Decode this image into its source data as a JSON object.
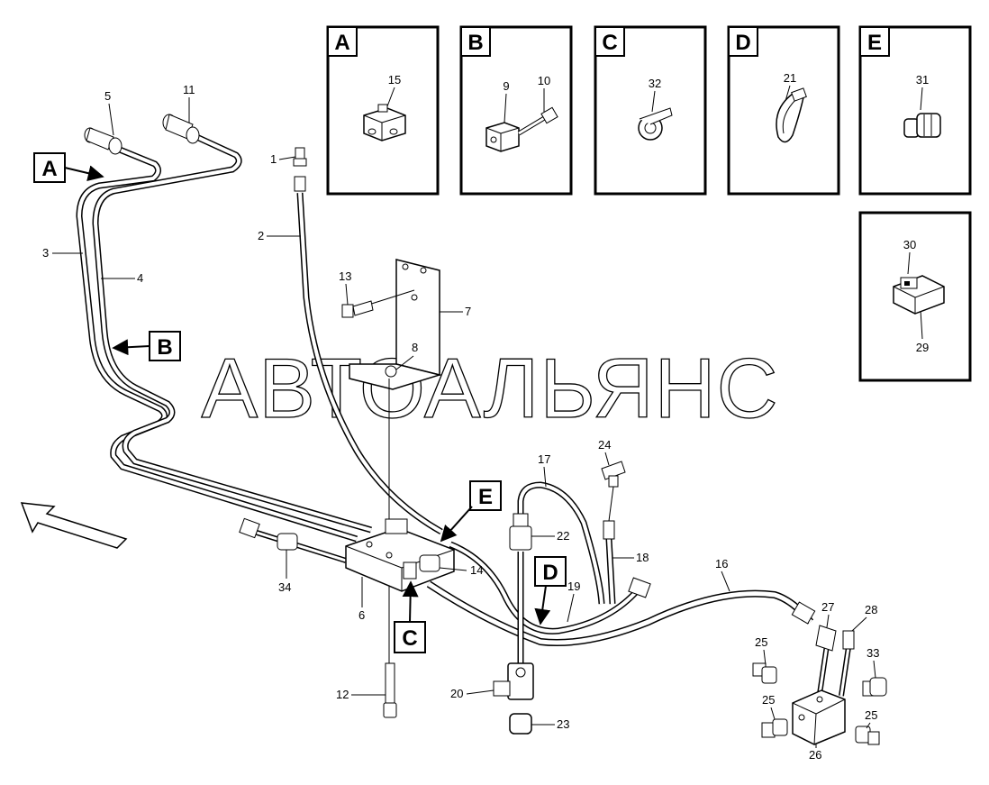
{
  "watermark": "АВТОАЛЬЯНС",
  "detail_boxes": [
    {
      "letter": "A",
      "parts": [
        "15"
      ]
    },
    {
      "letter": "B",
      "parts": [
        "9",
        "10"
      ]
    },
    {
      "letter": "C",
      "parts": [
        "32"
      ]
    },
    {
      "letter": "D",
      "parts": [
        "21"
      ]
    },
    {
      "letter": "E",
      "parts": [
        "31"
      ]
    },
    {
      "letter": "",
      "parts": [
        "30",
        "29"
      ]
    }
  ],
  "callout_tags": [
    "A",
    "B",
    "C",
    "D",
    "E"
  ],
  "part_numbers": [
    "1",
    "2",
    "3",
    "4",
    "5",
    "6",
    "7",
    "8",
    "11",
    "12",
    "13",
    "14",
    "16",
    "17",
    "18",
    "19",
    "20",
    "22",
    "23",
    "24",
    "25",
    "25",
    "25",
    "26",
    "27",
    "28",
    "33",
    "34"
  ],
  "colors": {
    "line": "#000000",
    "background": "#ffffff"
  }
}
